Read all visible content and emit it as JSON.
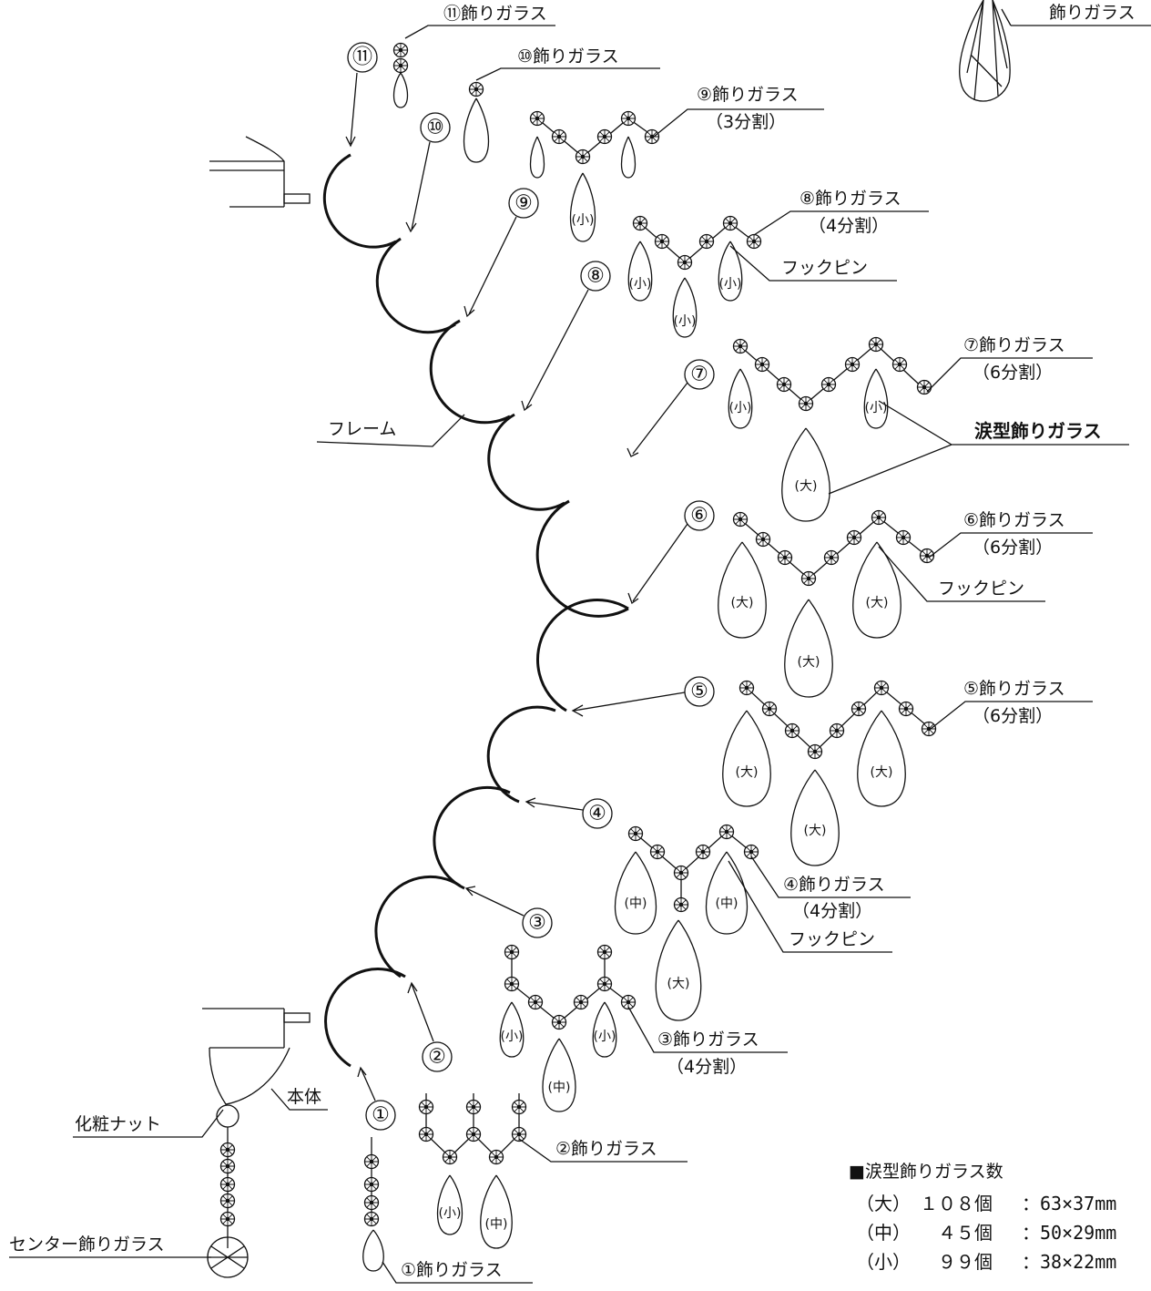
{
  "corner_label": "飾りガラス",
  "numbers": [
    "①",
    "②",
    "③",
    "④",
    "⑤",
    "⑥",
    "⑦",
    "⑧",
    "⑨",
    "⑩",
    "⑪"
  ],
  "callouts": {
    "c11": "⑪飾りガラス",
    "c10": "⑩飾りガラス",
    "c9": "⑨飾りガラス",
    "c9_div": "（3分割）",
    "c8": "⑧飾りガラス",
    "c8_div": "（4分割）",
    "c8_hook": "フックピン",
    "c7": "⑦飾りガラス",
    "c7_div": "（6分割）",
    "c7_tear": "涙型飾りガラス",
    "c6": "⑥飾りガラス",
    "c6_div": "（6分割）",
    "c6_hook": "フックピン",
    "c5": "⑤飾りガラス",
    "c5_div": "（6分割）",
    "c4": "④飾りガラス",
    "c4_div": "（4分割）",
    "c4_hook": "フックピン",
    "c3": "③飾りガラス",
    "c3_div": "（4分割）",
    "c2": "②飾りガラス",
    "c1": "①飾りガラス",
    "frame": "フレーム",
    "body": "本体",
    "nut": "化粧ナット",
    "center": "センター飾りガラス"
  },
  "sizes": {
    "large": "(大)",
    "medium": "(中)",
    "small": "(小)"
  },
  "legend": {
    "title": "■涙型飾りガラス数",
    "rows": [
      {
        "label": "（大）",
        "count": "１０８個",
        "dim": "：63×37mm"
      },
      {
        "label": "（中）",
        "count": "　４５個",
        "dim": "：50×29mm"
      },
      {
        "label": "（小）",
        "count": "　９９個",
        "dim": "：38×22mm"
      }
    ]
  }
}
